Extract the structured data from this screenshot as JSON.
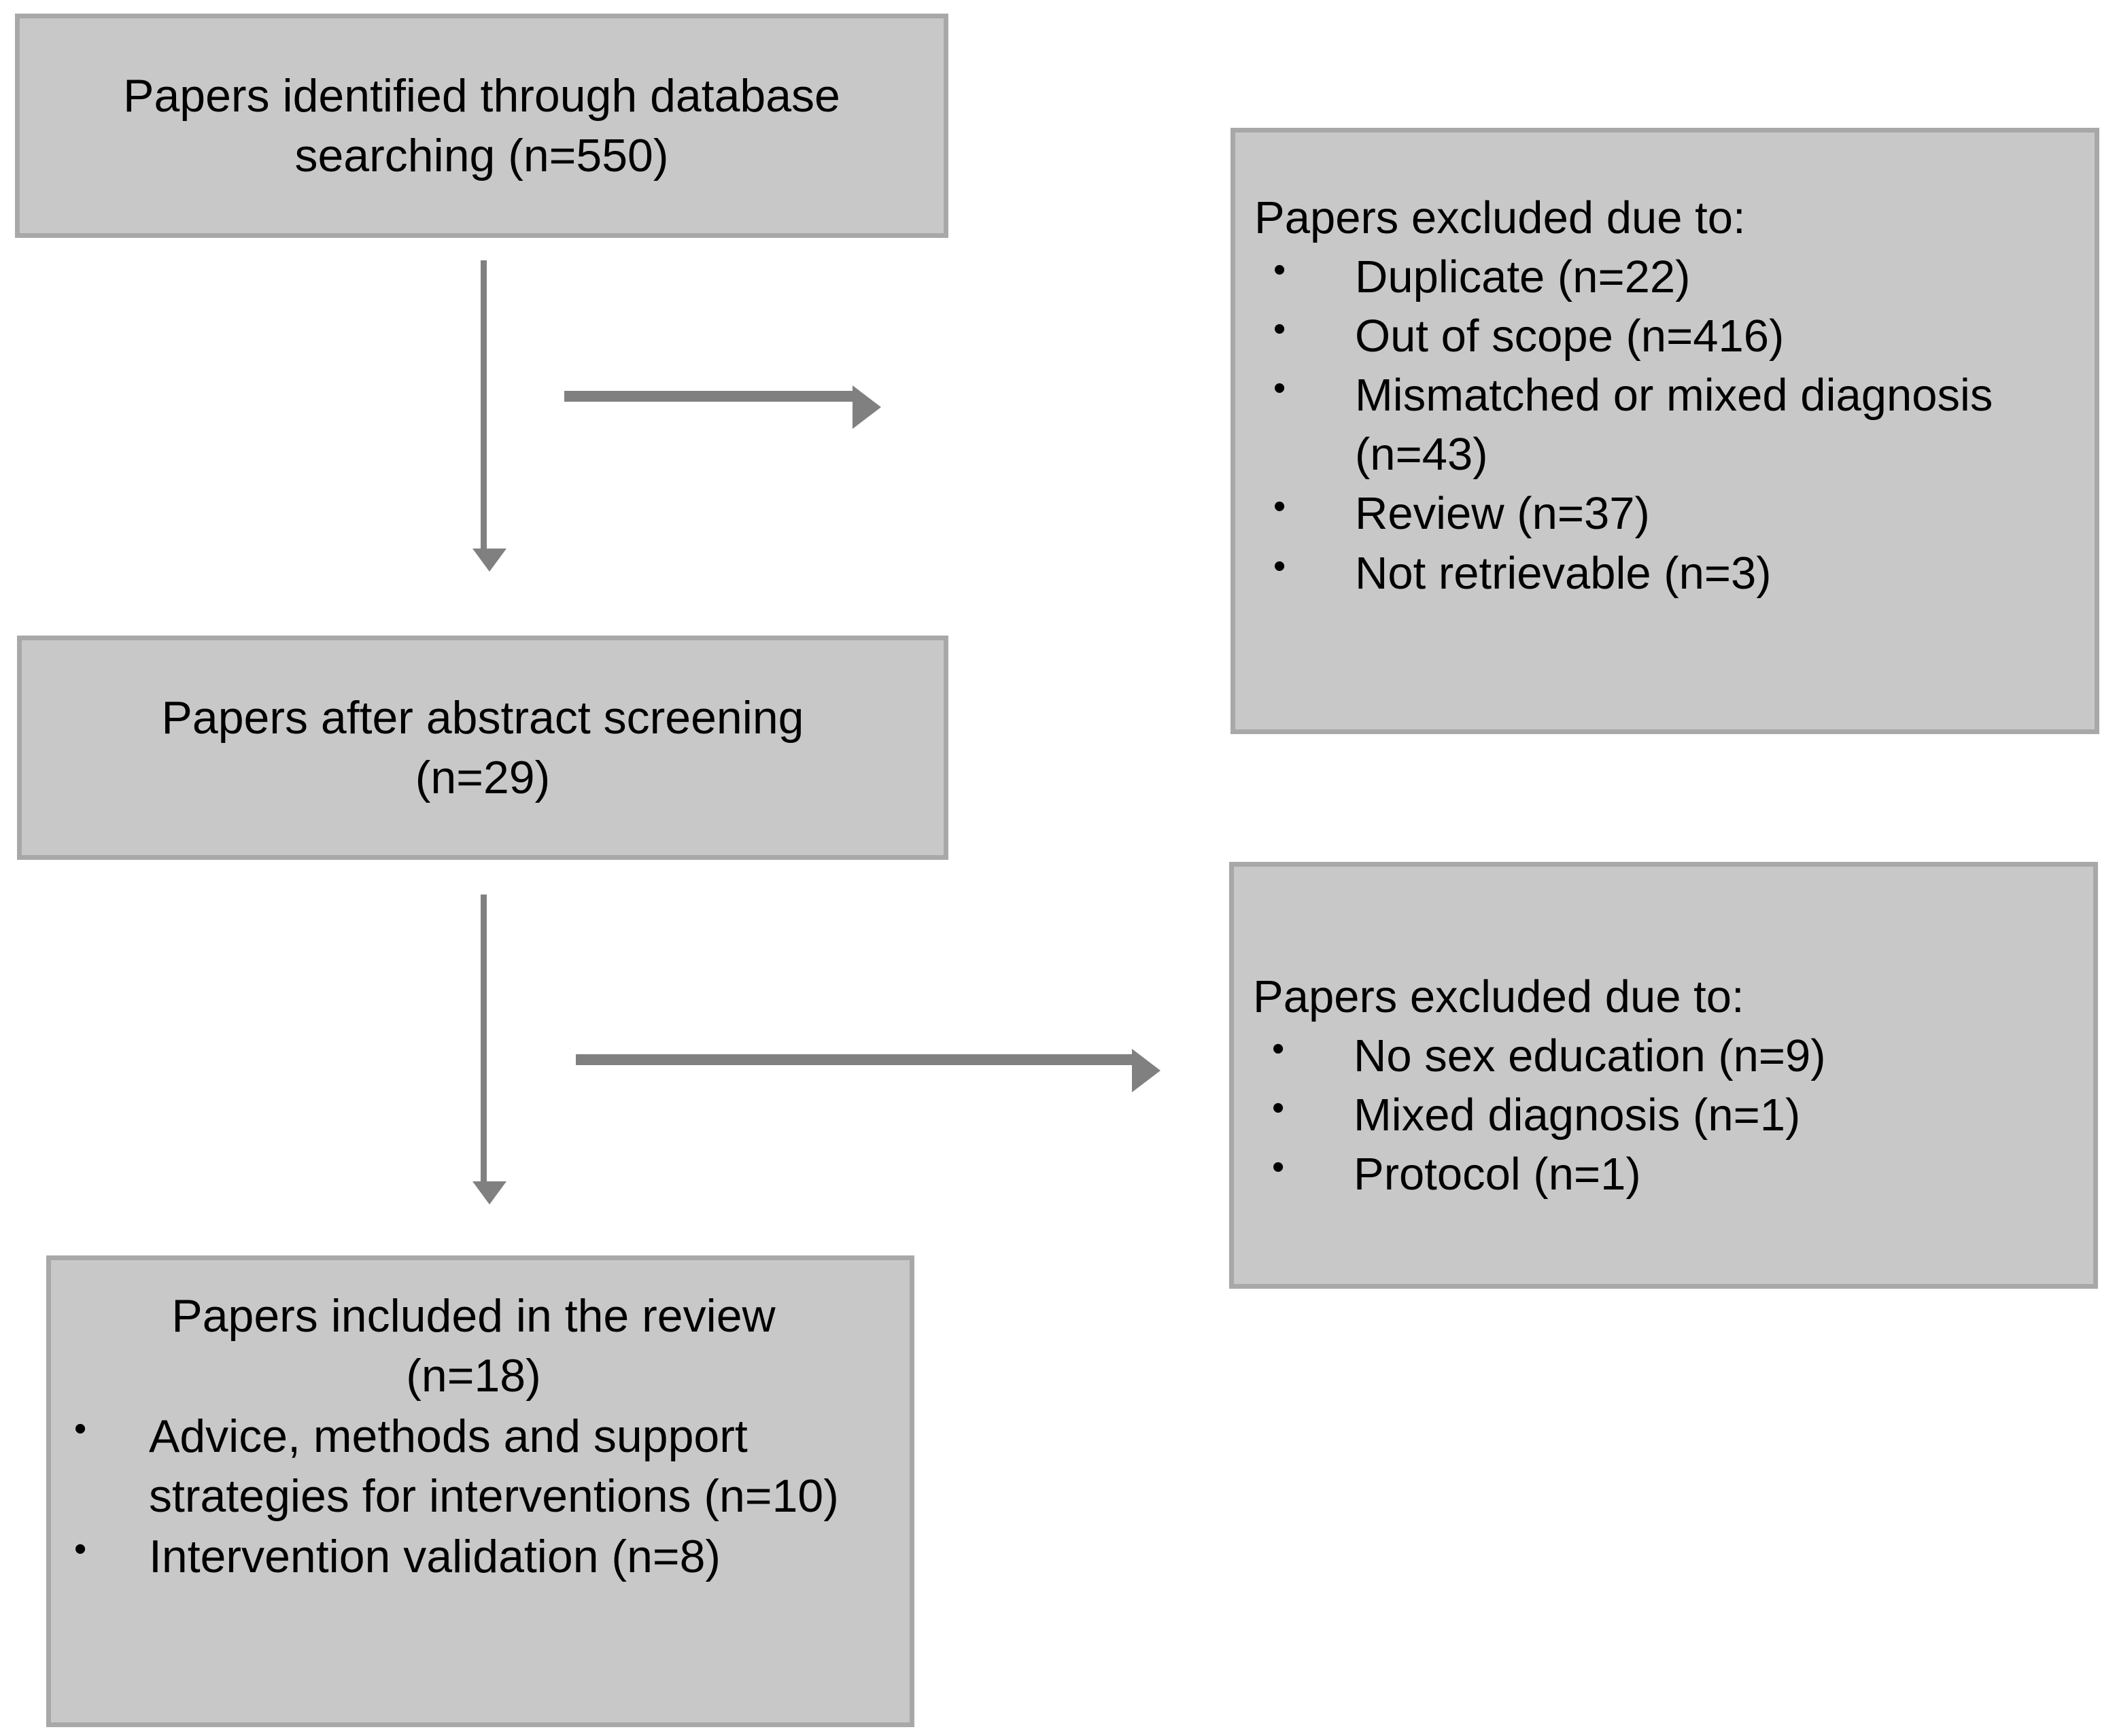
{
  "diagram": {
    "type": "prisma-flow-diagram",
    "colors": {
      "box_fill": "#c8c8c8",
      "box_border": "#a8a8a8",
      "arrow": "#808080",
      "text": "#000000",
      "background": "#ffffff"
    },
    "boxes": {
      "identified": {
        "name": "papers-identified-box",
        "lines": [
          "Papers identified through database",
          "searching (n=550)"
        ]
      },
      "excluded_1": {
        "name": "papers-excluded-abstract-box",
        "heading": "Papers excluded due to:",
        "bullet": "•",
        "items": [
          "Duplicate (n=22)",
          "Out of scope (n=416)",
          "Mismatched or mixed diagnosis (n=43)",
          "Review (n=37)",
          "Not retrievable (n=3)"
        ]
      },
      "after_abstract": {
        "name": "papers-after-abstract-screening-box",
        "lines": [
          "Papers after abstract screening",
          "(n=29)"
        ]
      },
      "excluded_2": {
        "name": "papers-excluded-fulltext-box",
        "heading": "Papers excluded due to:",
        "bullet": "•",
        "items": [
          "No sex education (n=9)",
          "Mixed diagnosis (n=1)",
          "Protocol (n=1)"
        ]
      },
      "included": {
        "name": "papers-included-box",
        "lines": [
          "Papers included in the review",
          "(n=18)"
        ],
        "bullet": "•",
        "items": [
          "Advice, methods and support strategies for interventions (n=10)",
          "Intervention validation (n=8)"
        ]
      }
    },
    "counts": {
      "identified": 550,
      "duplicate": 22,
      "out_of_scope": 416,
      "mismatched_or_mixed_diagnosis": 43,
      "review": 37,
      "not_retrievable": 3,
      "after_abstract_screening": 29,
      "no_sex_education": 9,
      "mixed_diagnosis": 1,
      "protocol": 1,
      "included": 18,
      "advice_methods_support": 10,
      "intervention_validation": 8
    },
    "arrows": [
      {
        "name": "arrow-identified-to-after-abstract",
        "direction": "down"
      },
      {
        "name": "arrow-identified-to-excluded-1",
        "direction": "right"
      },
      {
        "name": "arrow-after-abstract-to-included",
        "direction": "down"
      },
      {
        "name": "arrow-after-abstract-to-excluded-2",
        "direction": "right"
      }
    ]
  }
}
